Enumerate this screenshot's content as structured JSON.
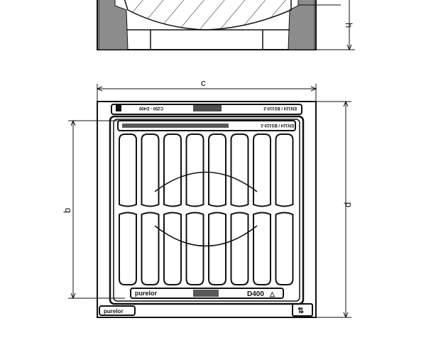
{
  "drawing": {
    "dimensions": {
      "c": "c",
      "d": "d",
      "b": "b",
      "h": "h"
    },
    "frame_markings": {
      "class": "C250 - D400",
      "standard": "EN124 / BS110-2",
      "brand": "purelor",
      "grating_brand": "purelor",
      "grating_class": "D400"
    },
    "colors": {
      "line": "#111111",
      "section_fill": "#8c8c8c",
      "background": "#ffffff"
    }
  }
}
